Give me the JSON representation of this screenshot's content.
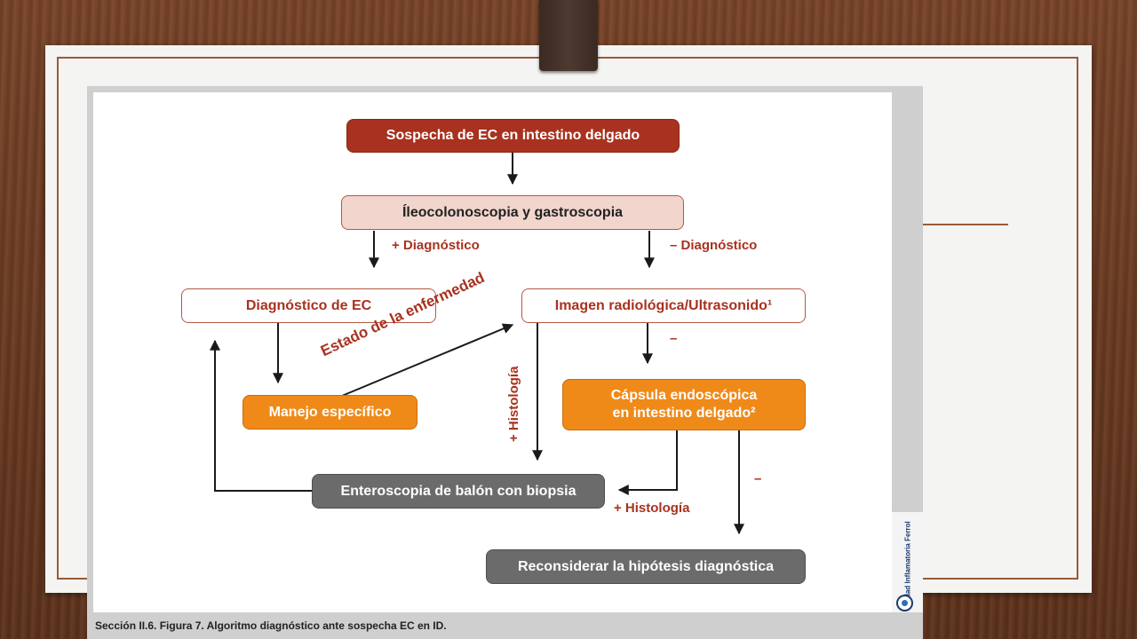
{
  "figure": {
    "caption": "Sección II.6. Figura 7. Algoritmo diagnóstico ante sospecha EC en ID.",
    "side_credit": "Unidad Inflamatoria Ferrol"
  },
  "diagram": {
    "nodes": {
      "sospecha": "Sospecha de EC en intestino delgado",
      "ileo": "Íleocolonoscopia  y gastroscopia",
      "diag_ec": "Diagnóstico de EC",
      "imagen": "Imagen radiológica/Ultrasonido¹",
      "manejo": "Manejo específico",
      "capsula_l1": "Cápsula endoscópica",
      "capsula_l2": "en intestino delgado²",
      "enteroscopia": "Enteroscopia de balón con biopsia",
      "reconsiderar": "Reconsiderar la hipótesis diagnóstica"
    },
    "edge_labels": {
      "pos_diag": "+ Diagnóstico",
      "neg_diag": "– Diagnóstico",
      "estado": "Estado de la enfermedad",
      "histologia_vert": "+ Histología",
      "minus_imagen": "–",
      "histologia_horiz": "+ Histología",
      "minus_capsula": "–"
    },
    "colors": {
      "dark_red": "#a8321f",
      "light_pink": "#f2d5cd",
      "orange": "#ef8a19",
      "gray": "#6b6b6b",
      "arrow": "#1a1a1a"
    }
  }
}
